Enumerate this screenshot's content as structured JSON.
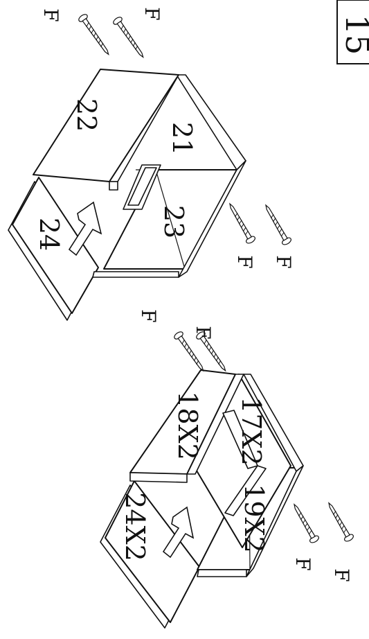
{
  "step": {
    "number": "15"
  },
  "assembly_top": {
    "fastener_label": "F",
    "parts": {
      "p21": "21",
      "p22": "22",
      "p23": "23",
      "p24": "24"
    }
  },
  "assembly_bottom": {
    "fastener_label": "F",
    "parts": {
      "p17": "17X2",
      "p18": "18X2",
      "p19": "19X2",
      "p24": "24X2"
    }
  },
  "icons": [
    "screw-icon",
    "arrow-icon"
  ]
}
